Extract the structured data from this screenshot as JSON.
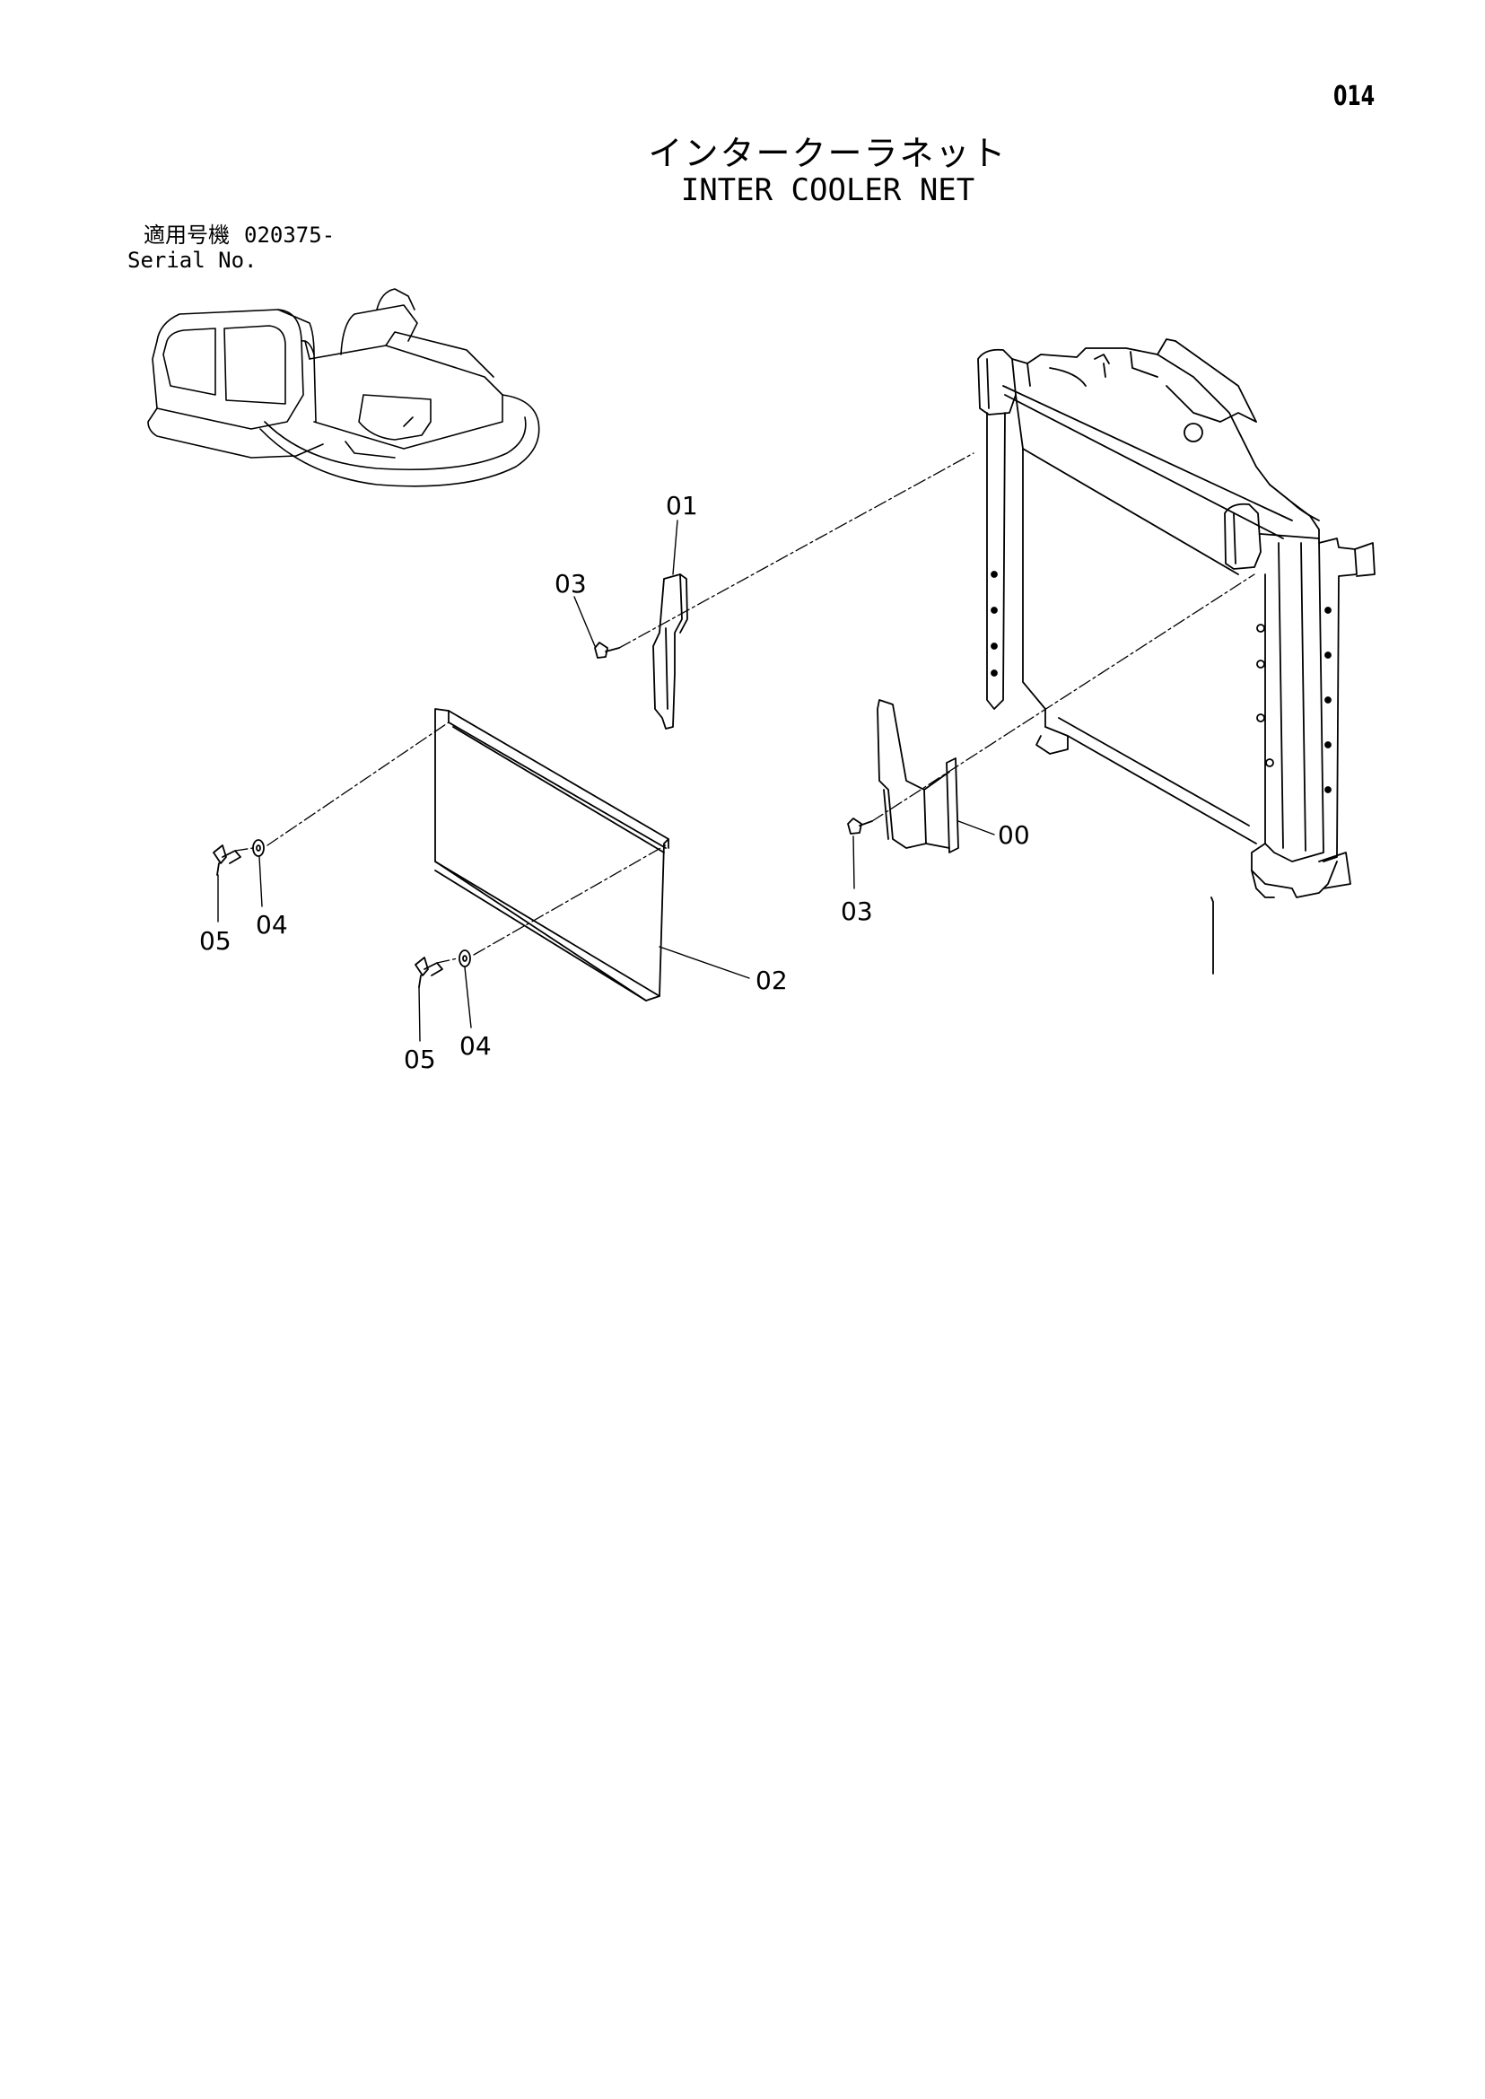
{
  "page": {
    "number": "014",
    "title_jp": "インタークーラネット",
    "title_en": "INTER COOLER NET"
  },
  "serial": {
    "label_jp": "適用号機",
    "value": "020375-",
    "label_en": "Serial No."
  },
  "callouts": {
    "c00": "00",
    "c01": "01",
    "c02": "02",
    "c03a": "03",
    "c03b": "03",
    "c04a": "04",
    "c04b": "04",
    "c05a": "05",
    "c05b": "05"
  }
}
